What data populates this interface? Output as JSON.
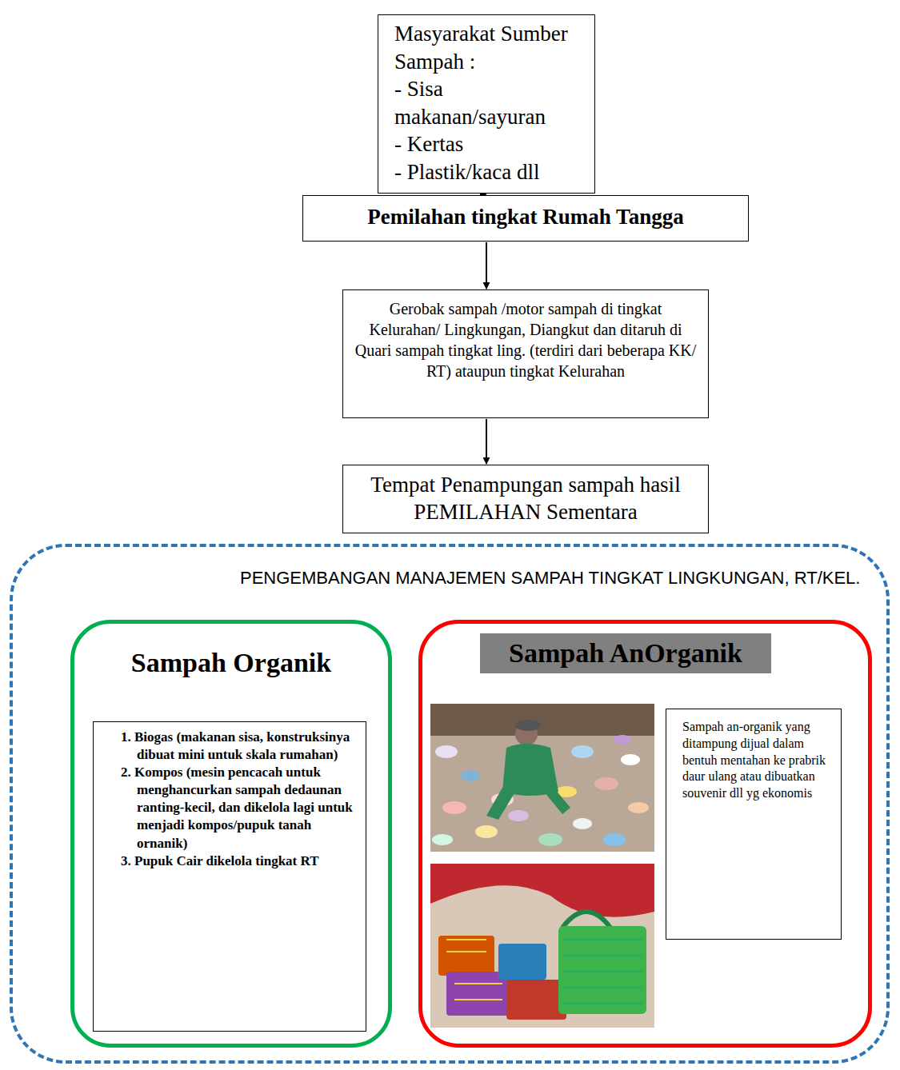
{
  "diagram": {
    "nodes": [
      {
        "text": [
          "Masyarakat Sumber Sampah :",
          "- Sisa makanan/sayuran",
          "- Kertas",
          "- Plastik/kaca dll"
        ]
      },
      {
        "text": [
          "Pemilahan tingkat Rumah Tangga"
        ]
      },
      {
        "text": [
          "Gerobak sampah /motor sampah di tingkat Kelurahan/ Lingkungan, Diangkut dan ditaruh di Quari sampah tingkat ling. (terdiri dari beberapa KK/ RT) ataupun tingkat Kelurahan"
        ]
      },
      {
        "text": [
          "Tempat Penampungan sampah hasil PEMILAHAN Sementara"
        ]
      },
      {
        "text": [
          "PENGEMBANGAN MANAJEMEN SAMPAH TINGKAT LINGKUNGAN, RT/KEL."
        ]
      },
      {
        "text": [
          "Sampah Organik"
        ],
        "in": 4
      },
      {
        "text": [
          "1. Biogas (makanan sisa, konstruksinya dibuat mini untuk skala rumahan)",
          "2. Kompos (mesin pencacah untuk menghancurkan sampah dedaunan ranting-kecil, dan dikelola lagi untuk menjadi kompos/pupuk tanah ornanik)",
          "3. Pupuk Cair dikelola tingkat RT"
        ],
        "in": 5
      },
      {
        "text": [
          "Sampah AnOrganik"
        ],
        "in": 4
      },
      {
        "text": [
          "Sampah an-organik yang ditampung dijual dalam bentuh mentahan ke prabrik daur ulang atau dibuatkan souvenir dll yg ekonomis"
        ],
        "in": 7
      }
    ],
    "edges": [
      {
        "from": 0,
        "to": 1,
        "arrow": "to"
      },
      {
        "from": 1,
        "to": 2,
        "arrow": "to"
      },
      {
        "from": 2,
        "to": 3,
        "arrow": "to"
      }
    ]
  }
}
